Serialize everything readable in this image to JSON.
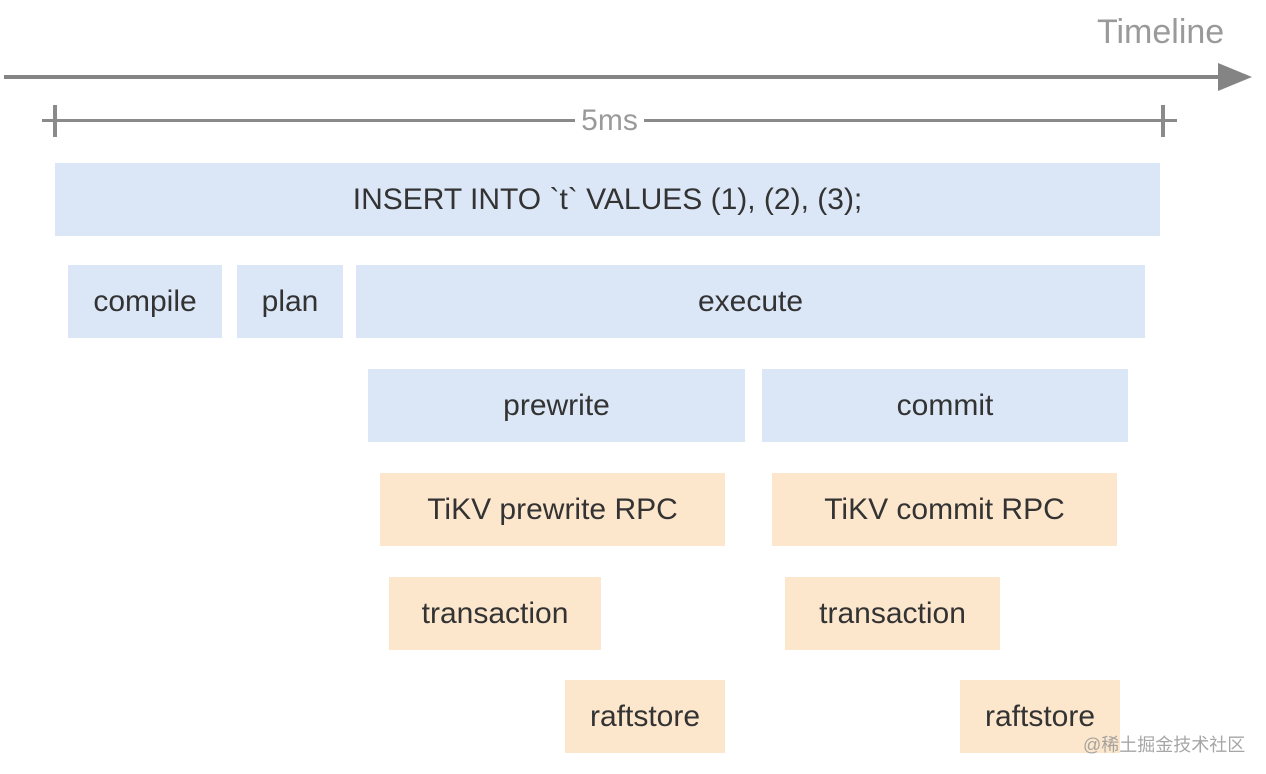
{
  "timeline": {
    "label": "Timeline",
    "duration_label": "5ms"
  },
  "boxes": {
    "sql": {
      "label": "INSERT INTO `t` VALUES (1), (2), (3);"
    },
    "compile": {
      "label": "compile"
    },
    "plan": {
      "label": "plan"
    },
    "execute": {
      "label": "execute"
    },
    "prewrite": {
      "label": "prewrite"
    },
    "commit": {
      "label": "commit"
    },
    "tikv_prewrite_rpc": {
      "label": "TiKV prewrite RPC"
    },
    "tikv_commit_rpc": {
      "label": "TiKV commit RPC"
    },
    "transaction_prewrite": {
      "label": "transaction"
    },
    "transaction_commit": {
      "label": "transaction"
    },
    "raftstore_prewrite": {
      "label": "raftstore"
    },
    "raftstore_commit": {
      "label": "raftstore"
    }
  },
  "watermark": {
    "text": "@稀土掘金技术社区"
  },
  "colors": {
    "box_blue": "#dbe6f6",
    "box_orange": "#fce6cc",
    "line_gray": "#8a8a8a",
    "arrow_gray": "#848484",
    "label_gray": "#9a9a9a",
    "text_dark": "#333333",
    "watermark_gray": "#969696"
  }
}
